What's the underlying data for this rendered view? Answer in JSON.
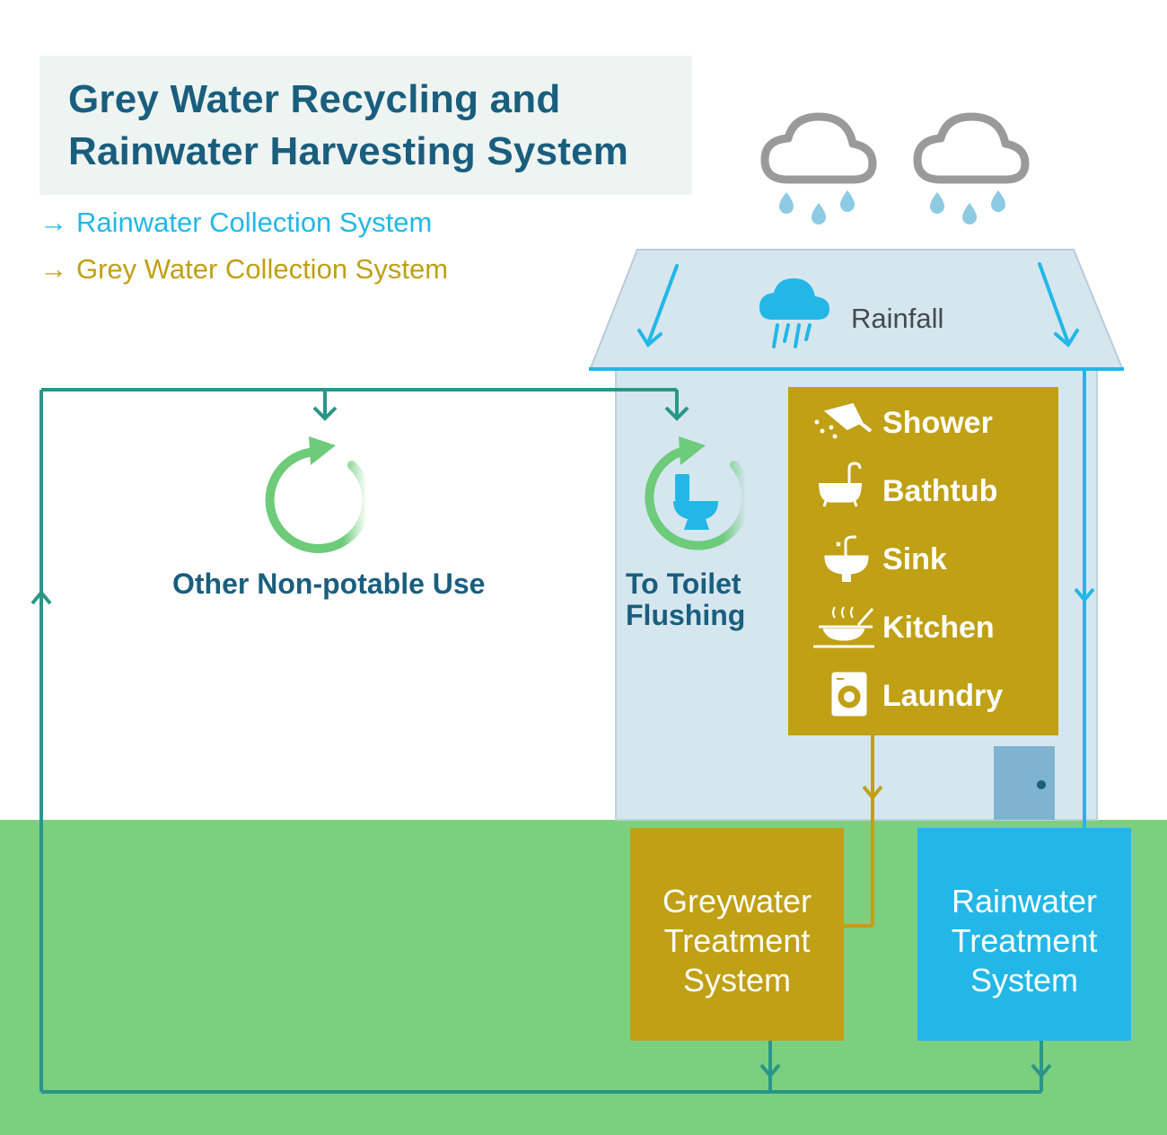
{
  "title": {
    "line1": "Grey Water Recycling and",
    "line2": "Rainwater Harvesting System"
  },
  "legend": [
    {
      "arrow": "→",
      "label": "Rainwater Collection System",
      "color": "#22b7e6"
    },
    {
      "arrow": "→",
      "label": "Grey Water Collection System",
      "color": "#c0a014"
    }
  ],
  "roof": {
    "label": "Rainfall",
    "icon": "rain-cloud-icon"
  },
  "uses": {
    "other": {
      "label": "Other Non-potable Use",
      "icon": "recycle-icon"
    },
    "toilet": {
      "line1": "To Toilet",
      "line2": "Flushing",
      "icon": "toilet-icon"
    }
  },
  "greywater_sources": [
    {
      "label": "Shower",
      "icon": "shower-icon"
    },
    {
      "label": "Bathtub",
      "icon": "bathtub-icon"
    },
    {
      "label": "Sink",
      "icon": "sink-icon"
    },
    {
      "label": "Kitchen",
      "icon": "kitchen-icon"
    },
    {
      "label": "Laundry",
      "icon": "washing-machine-icon"
    }
  ],
  "treatment": {
    "greywater": [
      "Greywater",
      "Treatment",
      "System"
    ],
    "rainwater": [
      "Rainwater",
      "Treatment",
      "System"
    ]
  },
  "colors": {
    "rain": "#22b7e6",
    "grey": "#c0a014",
    "return_pipe": "#2a9688",
    "ground": "#7dcf80",
    "house": "#d5e6ef",
    "title_text": "#1a5e7e",
    "cycle": "#6dcb7a",
    "cloud_outline": "#9a9a9a",
    "door": "#7fb3cf"
  }
}
